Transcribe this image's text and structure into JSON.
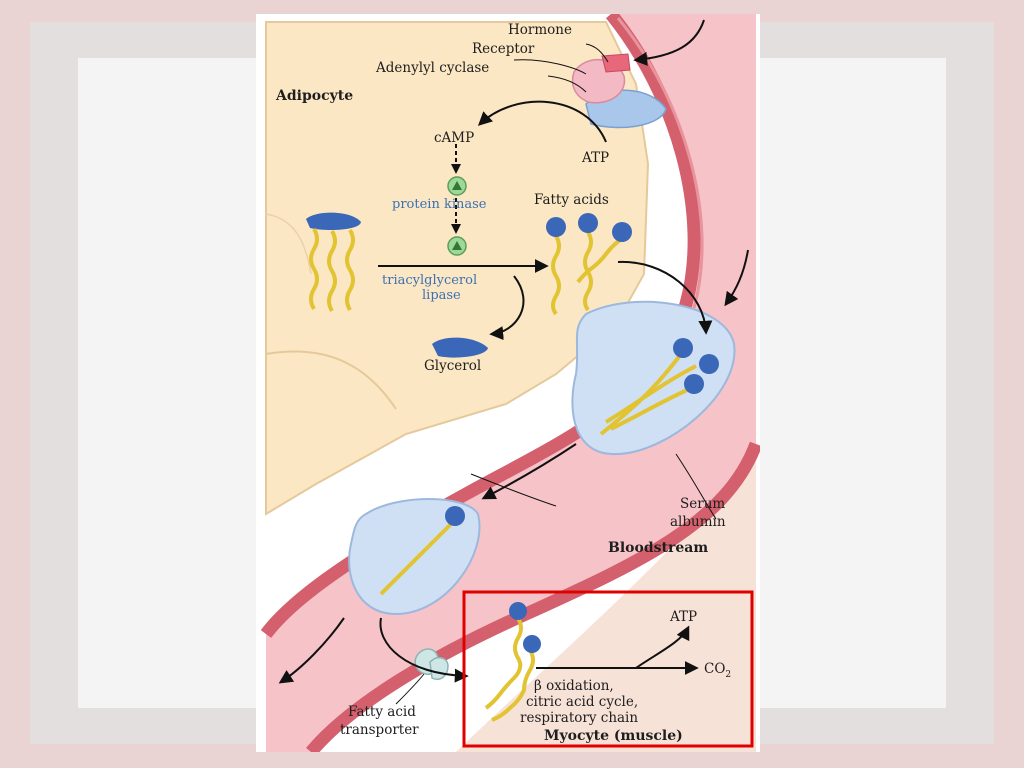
{
  "labels": {
    "hormone": "Hormone",
    "receptor": "Receptor",
    "adenylyl_cyclase": "Adenylyl cyclase",
    "adipocyte": "Adipocyte",
    "camp": "cAMP",
    "atp_top": "ATP",
    "protein_kinase": "protein kinase",
    "fatty_acids": "Fatty acids",
    "tag_lipase_line1": "triacylglycerol",
    "tag_lipase_line2": "lipase",
    "glycerol": "Glycerol",
    "serum_line1": "Serum",
    "serum_line2": "albumin",
    "bloodstream": "Bloodstream",
    "atp_bottom": "ATP",
    "co2": "CO",
    "co2_sub": "2",
    "beta_line1": "β oxidation,",
    "beta_line2": "citric acid cycle,",
    "beta_line3": "respiratory chain",
    "transporter_line1": "Fatty acid",
    "transporter_line2": "transporter",
    "myocyte": "Myocyte (muscle)"
  },
  "colors": {
    "adipocyte_fill": "#fbe7c4",
    "vessel_wall": "#d4606e",
    "vessel_fill": "#f6c3c8",
    "albumin": "#cfe0f5",
    "fatty_acid_head": "#3a67b8",
    "fatty_acid_tail": "#e2c332",
    "highlight_box": "#e00000",
    "enzyme_label": "#3c70b4"
  }
}
